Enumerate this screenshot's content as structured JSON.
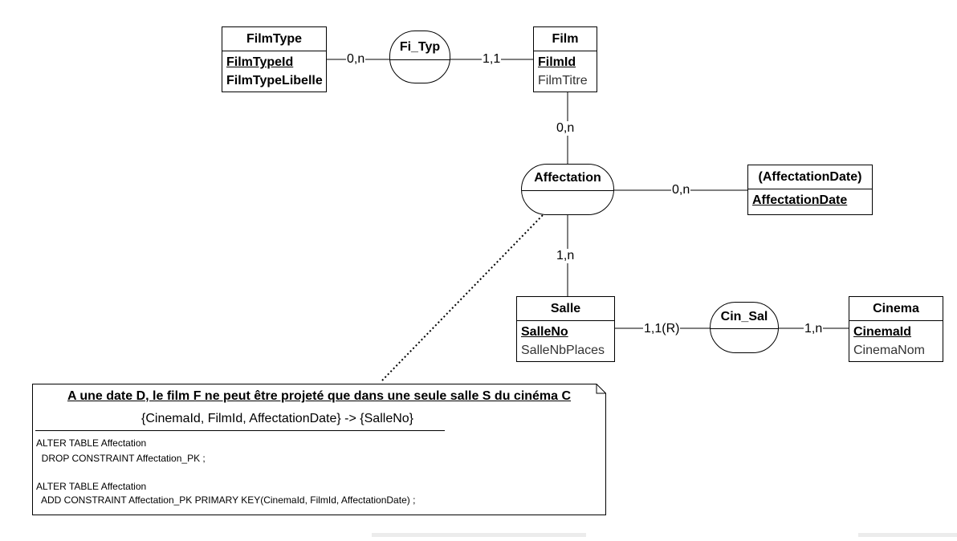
{
  "entities": {
    "filmtype": {
      "title": "FilmType",
      "attrs": [
        "FilmTypeId",
        "FilmTypeLibelle"
      ]
    },
    "film": {
      "title": "Film",
      "attrs": [
        "FilmId",
        "FilmTitre"
      ]
    },
    "affectationdate": {
      "title": "(AffectationDate)",
      "attrs": [
        "AffectationDate"
      ]
    },
    "salle": {
      "title": "Salle",
      "attrs": [
        "SalleNo",
        "SalleNbPlaces"
      ]
    },
    "cinema": {
      "title": "Cinema",
      "attrs": [
        "CinemaId",
        "CinemaNom"
      ]
    }
  },
  "associations": {
    "fi_typ": "Fi_Typ",
    "affectation": "Affectation",
    "cin_sal": "Cin_Sal"
  },
  "cardinalities": {
    "filmtype_fityp": "0,n",
    "film_fityp": "1,1",
    "film_affectation": "0,n",
    "affdate_affectation": "0,n",
    "salle_affectation": "1,n",
    "salle_cinsal": "1,1(R)",
    "cinema_cinsal": "1,n"
  },
  "note": {
    "title": "A une date D, le film F ne peut être projeté que dans une seule salle S du cinéma C",
    "dependency": "{CinemaId, FilmId, AffectationDate} -> {SalleNo}",
    "sql": [
      "ALTER TABLE Affectation",
      "  DROP CONSTRAINT Affectation_PK ;",
      "ALTER TABLE Affectation",
      "  ADD CONSTRAINT Affectation_PK PRIMARY KEY(CinemaId, FilmId, AffectationDate) ;"
    ]
  }
}
